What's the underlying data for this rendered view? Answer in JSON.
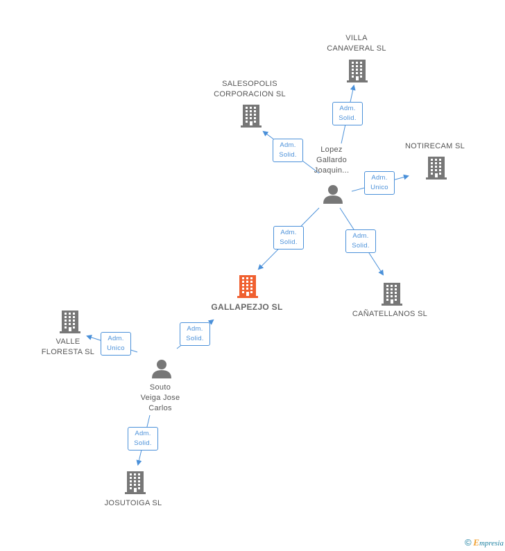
{
  "colors": {
    "building": "#777777",
    "center_building": "#f06030",
    "person": "#777777",
    "edge": "#4a90d9"
  },
  "nodes": {
    "villa": {
      "lines": [
        "VILLA",
        "CANAVERAL SL"
      ]
    },
    "salesopolis": {
      "lines": [
        "SALESOPOLIS",
        "CORPORACION SL"
      ]
    },
    "notirecam": {
      "lines": [
        "NOTIRECAM SL"
      ]
    },
    "lopez": {
      "lines": [
        "Lopez",
        "Gallardo",
        "Joaquin..."
      ]
    },
    "gallapezjo": {
      "lines": [
        "GALLAPEZJO SL"
      ]
    },
    "canatellanos": {
      "lines": [
        "CAÑATELLANOS SL"
      ]
    },
    "valle": {
      "lines": [
        "VALLE",
        "FLORESTA SL"
      ]
    },
    "souto": {
      "lines": [
        "Souto",
        "Veiga Jose",
        "Carlos"
      ]
    },
    "josutoiga": {
      "lines": [
        "JOSUTOIGA SL"
      ]
    }
  },
  "edges": [
    {
      "id": "lopez-villa",
      "lines": [
        "Adm.",
        "Solid."
      ]
    },
    {
      "id": "lopez-salesopolis",
      "lines": [
        "Adm.",
        "Solid."
      ]
    },
    {
      "id": "lopez-notirecam",
      "lines": [
        "Adm.",
        "Unico"
      ]
    },
    {
      "id": "lopez-gallapezjo",
      "lines": [
        "Adm.",
        "Solid."
      ]
    },
    {
      "id": "lopez-canatellanos",
      "lines": [
        "Adm.",
        "Solid."
      ]
    },
    {
      "id": "souto-gallapezjo",
      "lines": [
        "Adm.",
        "Solid."
      ]
    },
    {
      "id": "souto-valle",
      "lines": [
        "Adm.",
        "Unico"
      ]
    },
    {
      "id": "souto-josutoiga",
      "lines": [
        "Adm.",
        "Solid."
      ]
    }
  ],
  "footer": {
    "copyright": "©",
    "brand_initial": "E",
    "brand_rest": "mpresia"
  }
}
